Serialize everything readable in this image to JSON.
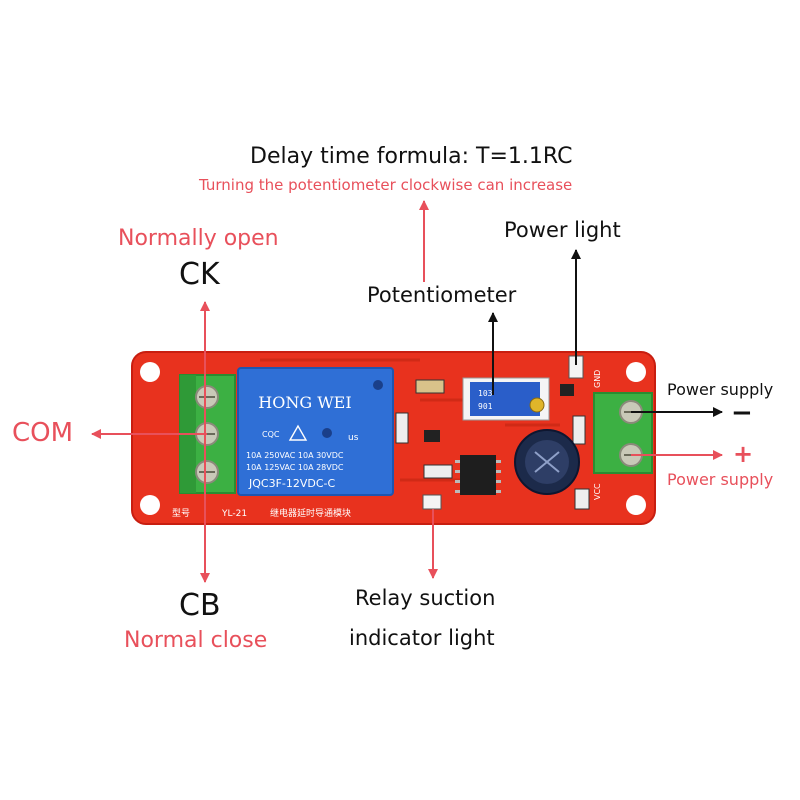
{
  "colors": {
    "board": "#e8321e",
    "board_edge": "#c81e10",
    "terminal": "#3cb043",
    "relay": "#2f6fd6",
    "annotation_red": "#e8505b",
    "annotation_black": "#111111"
  },
  "annotations": {
    "formula": "Delay time formula: T=1.1RC",
    "formula_note": "Turning the potentiometer clockwise can increase",
    "normally_open": "Normally open",
    "ck": "CK",
    "com": "COM",
    "cb": "CB",
    "normal_close": "Normal close",
    "potentiometer": "Potentiometer",
    "power_light": "Power light",
    "power_supply_neg": "Power supply",
    "neg_sign": "−",
    "pos_sign": "+",
    "power_supply_pos": "Power supply",
    "relay_line1": "Relay suction",
    "relay_line2": "indicator light"
  },
  "board": {
    "relay_brand": "HONG WEI",
    "relay_spec1": "10A 250VAC  10A  30VDC",
    "relay_spec2": "10A 125VAC  10A  28VDC",
    "relay_model": "JQC3F-12VDC-C",
    "silk_left": "型号",
    "silk_model": "YL-21",
    "silk_title": "继电器延时导通模块",
    "pot_marking1": "103",
    "pot_marking2": "901",
    "pin_gnd": "GND",
    "pin_vcc": "VCC",
    "relay_badge1": "CQC",
    "relay_badge2": "us"
  }
}
